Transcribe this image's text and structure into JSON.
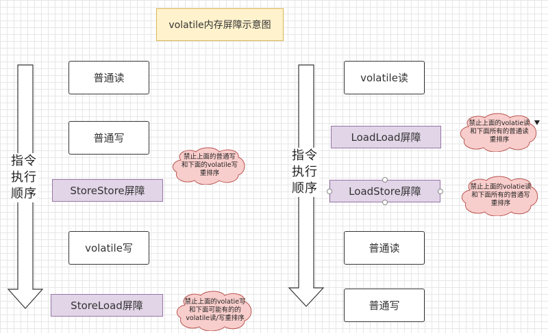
{
  "title": "volatile内存屏障示意图",
  "left": {
    "order_label": "指令\n执行\n顺序",
    "nodes": {
      "read": "普通读",
      "write": "普通写",
      "storestore": "StoreStore屏障",
      "vwrite": "volatile写",
      "storeload": "StoreLoad屏障"
    },
    "notes": {
      "storestore": "禁止上面的普通写\n和下面的volatile写\n重排序",
      "storeload": "禁止上面的volatie写\n和下面可能有的的\nvolatile读/写重排序"
    }
  },
  "right": {
    "order_label": "指令\n执行\n顺序",
    "nodes": {
      "vread": "volatile读",
      "loadload": "LoadLoad屏障",
      "loadstore": "LoadStore屏障",
      "read": "普通读",
      "write": "普通写"
    },
    "notes": {
      "loadload": "禁止上面的volatie读\n和下面所有的普通读\n重排序",
      "loadstore": "禁止上面的volatie读\n和下面所有的普通写\n重排序"
    }
  },
  "colors": {
    "barrier_fill": "#e1d5e7",
    "barrier_border": "#9673a6",
    "title_fill": "#fff2cc",
    "title_border": "#d6b656",
    "note_fill": "#f8cecc",
    "note_border": "#b85450"
  }
}
